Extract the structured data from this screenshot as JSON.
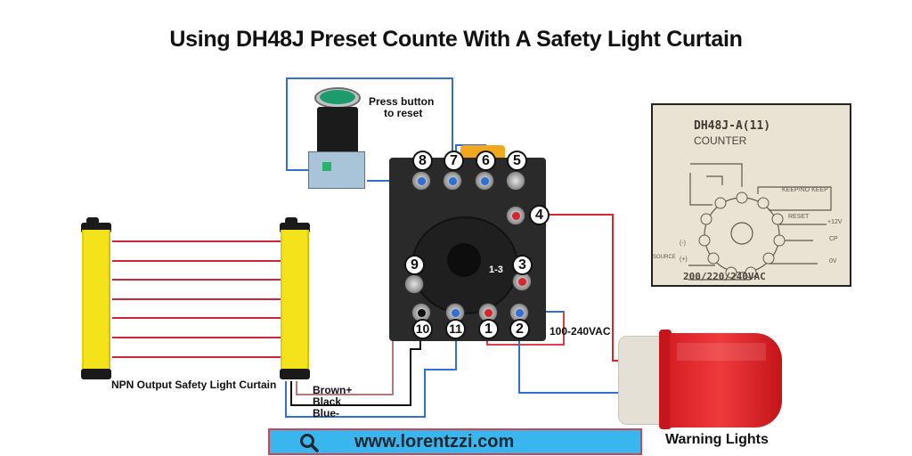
{
  "title": "Using DH48J Preset Counte With A Safety Light Curtain",
  "labels": {
    "press_button": "Press button",
    "to_reset": "to reset",
    "voltage": "100-240VAC",
    "jumper": "1-3",
    "curtain_caption": "NPN Output Safety Light Curtain",
    "wire_brown": "Brown+",
    "wire_black": "Black",
    "wire_blue": "Blue-",
    "warning_lights": "Warning Lights"
  },
  "terminals": [
    "1",
    "2",
    "3",
    "4",
    "5",
    "6",
    "7",
    "8",
    "9",
    "10",
    "11"
  ],
  "schematic": {
    "model": "DH48J-A(11)",
    "type": "COUNTER",
    "keep_label": "KEEP/NO KEEP",
    "reset_label": "RESET",
    "plus12v": "+12V",
    "cp": "CP",
    "zero_v": "0V",
    "source": "SOURCE",
    "minus": "(-)",
    "plus": "(+)",
    "supply": "200/220/240VAC"
  },
  "footer": {
    "url": "www.lorentzzi.com",
    "search_icon": "search-icon"
  },
  "colors": {
    "wire_blue": "#2f6fd6",
    "wire_red": "#d7262e",
    "wire_black": "#111111",
    "wire_brown": "#b07a7a",
    "curtain_yellow": "#f4e21a",
    "url_bg": "#3ab6ee",
    "url_border": "#d9434f"
  }
}
